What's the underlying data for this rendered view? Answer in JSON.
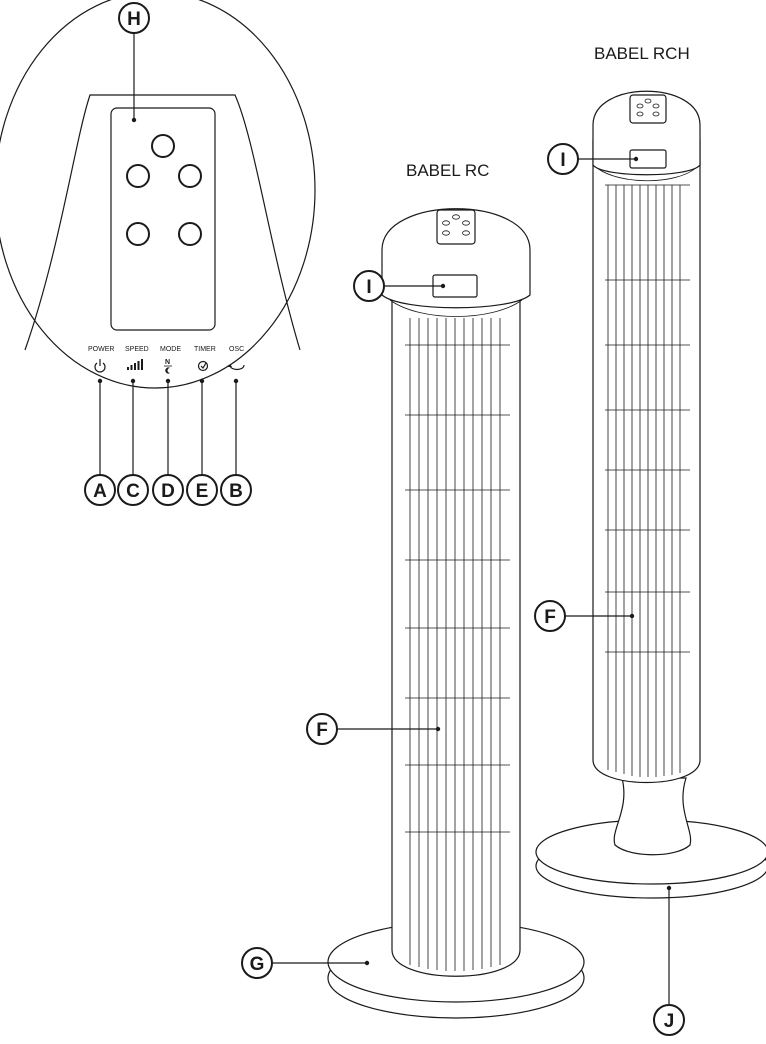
{
  "models": {
    "rc": "BABEL RC",
    "rch": "BABEL RCH"
  },
  "panel_controls": [
    {
      "key": "A",
      "label": "POWER",
      "icon": "power-icon"
    },
    {
      "key": "C",
      "label": "SPEED",
      "icon": "speed-bars-icon"
    },
    {
      "key": "D",
      "label": "MODE",
      "icon": "mode-icon"
    },
    {
      "key": "E",
      "label": "TIMER",
      "icon": "timer-icon"
    },
    {
      "key": "B",
      "label": "OSC",
      "icon": "oscillation-icon"
    }
  ],
  "mode_glyph": "N",
  "callouts": {
    "A": "A",
    "B": "B",
    "C": "C",
    "D": "D",
    "E": "E",
    "F": "F",
    "G": "G",
    "H": "H",
    "I": "I",
    "J": "J"
  },
  "colors": {
    "ink": "#1a1a1a",
    "paper": "#ffffff"
  }
}
